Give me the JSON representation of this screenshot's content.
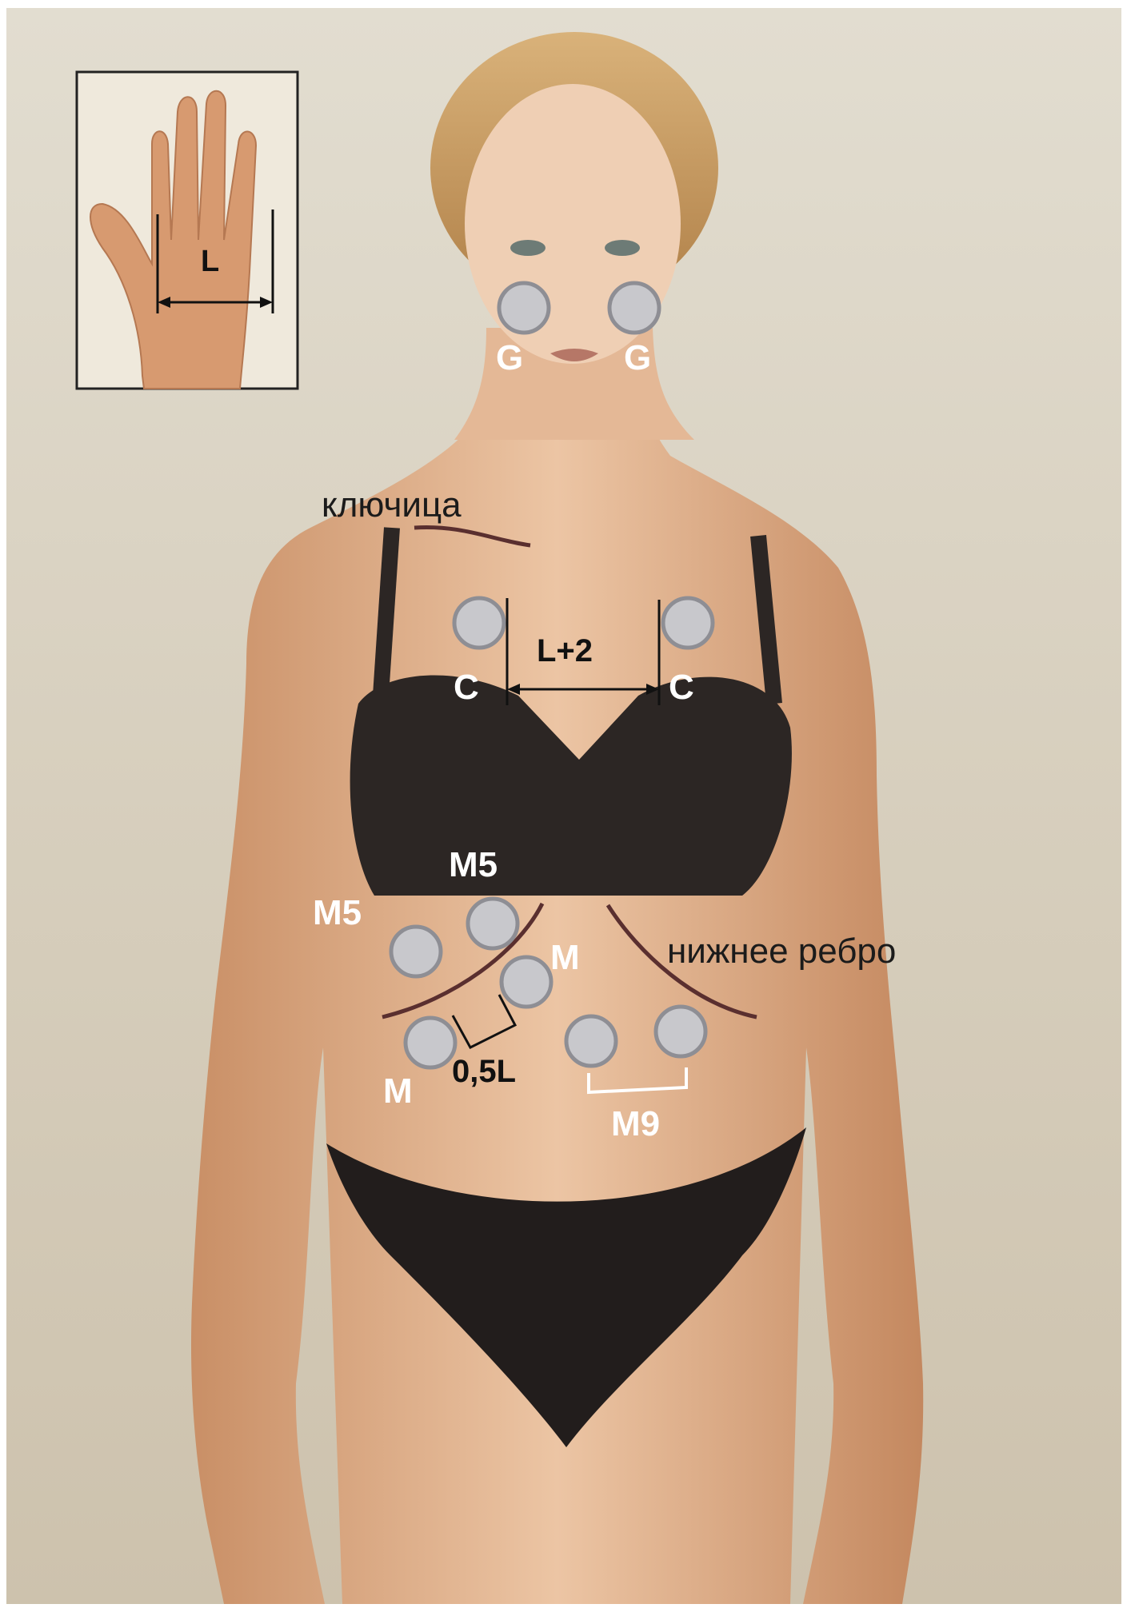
{
  "inset": {
    "width_label": "L"
  },
  "labels": {
    "g_left": "G",
    "g_right": "G",
    "c_left": "C",
    "c_right": "C",
    "c_distance": "L+2",
    "m5_top": "M5",
    "m5_left": "M5",
    "m_right": "M",
    "m_left": "M",
    "half_l": "0,5L",
    "m9": "M9"
  },
  "annotations": {
    "clavicle": "ключица",
    "lower_rib": "нижнее ребро"
  },
  "colors": {
    "electrode_fill": "#c8c8cc",
    "electrode_stroke": "#8e8e94",
    "anatomy_line": "#5a2f2f",
    "label": "#ffffff",
    "dimension": "#111111"
  }
}
